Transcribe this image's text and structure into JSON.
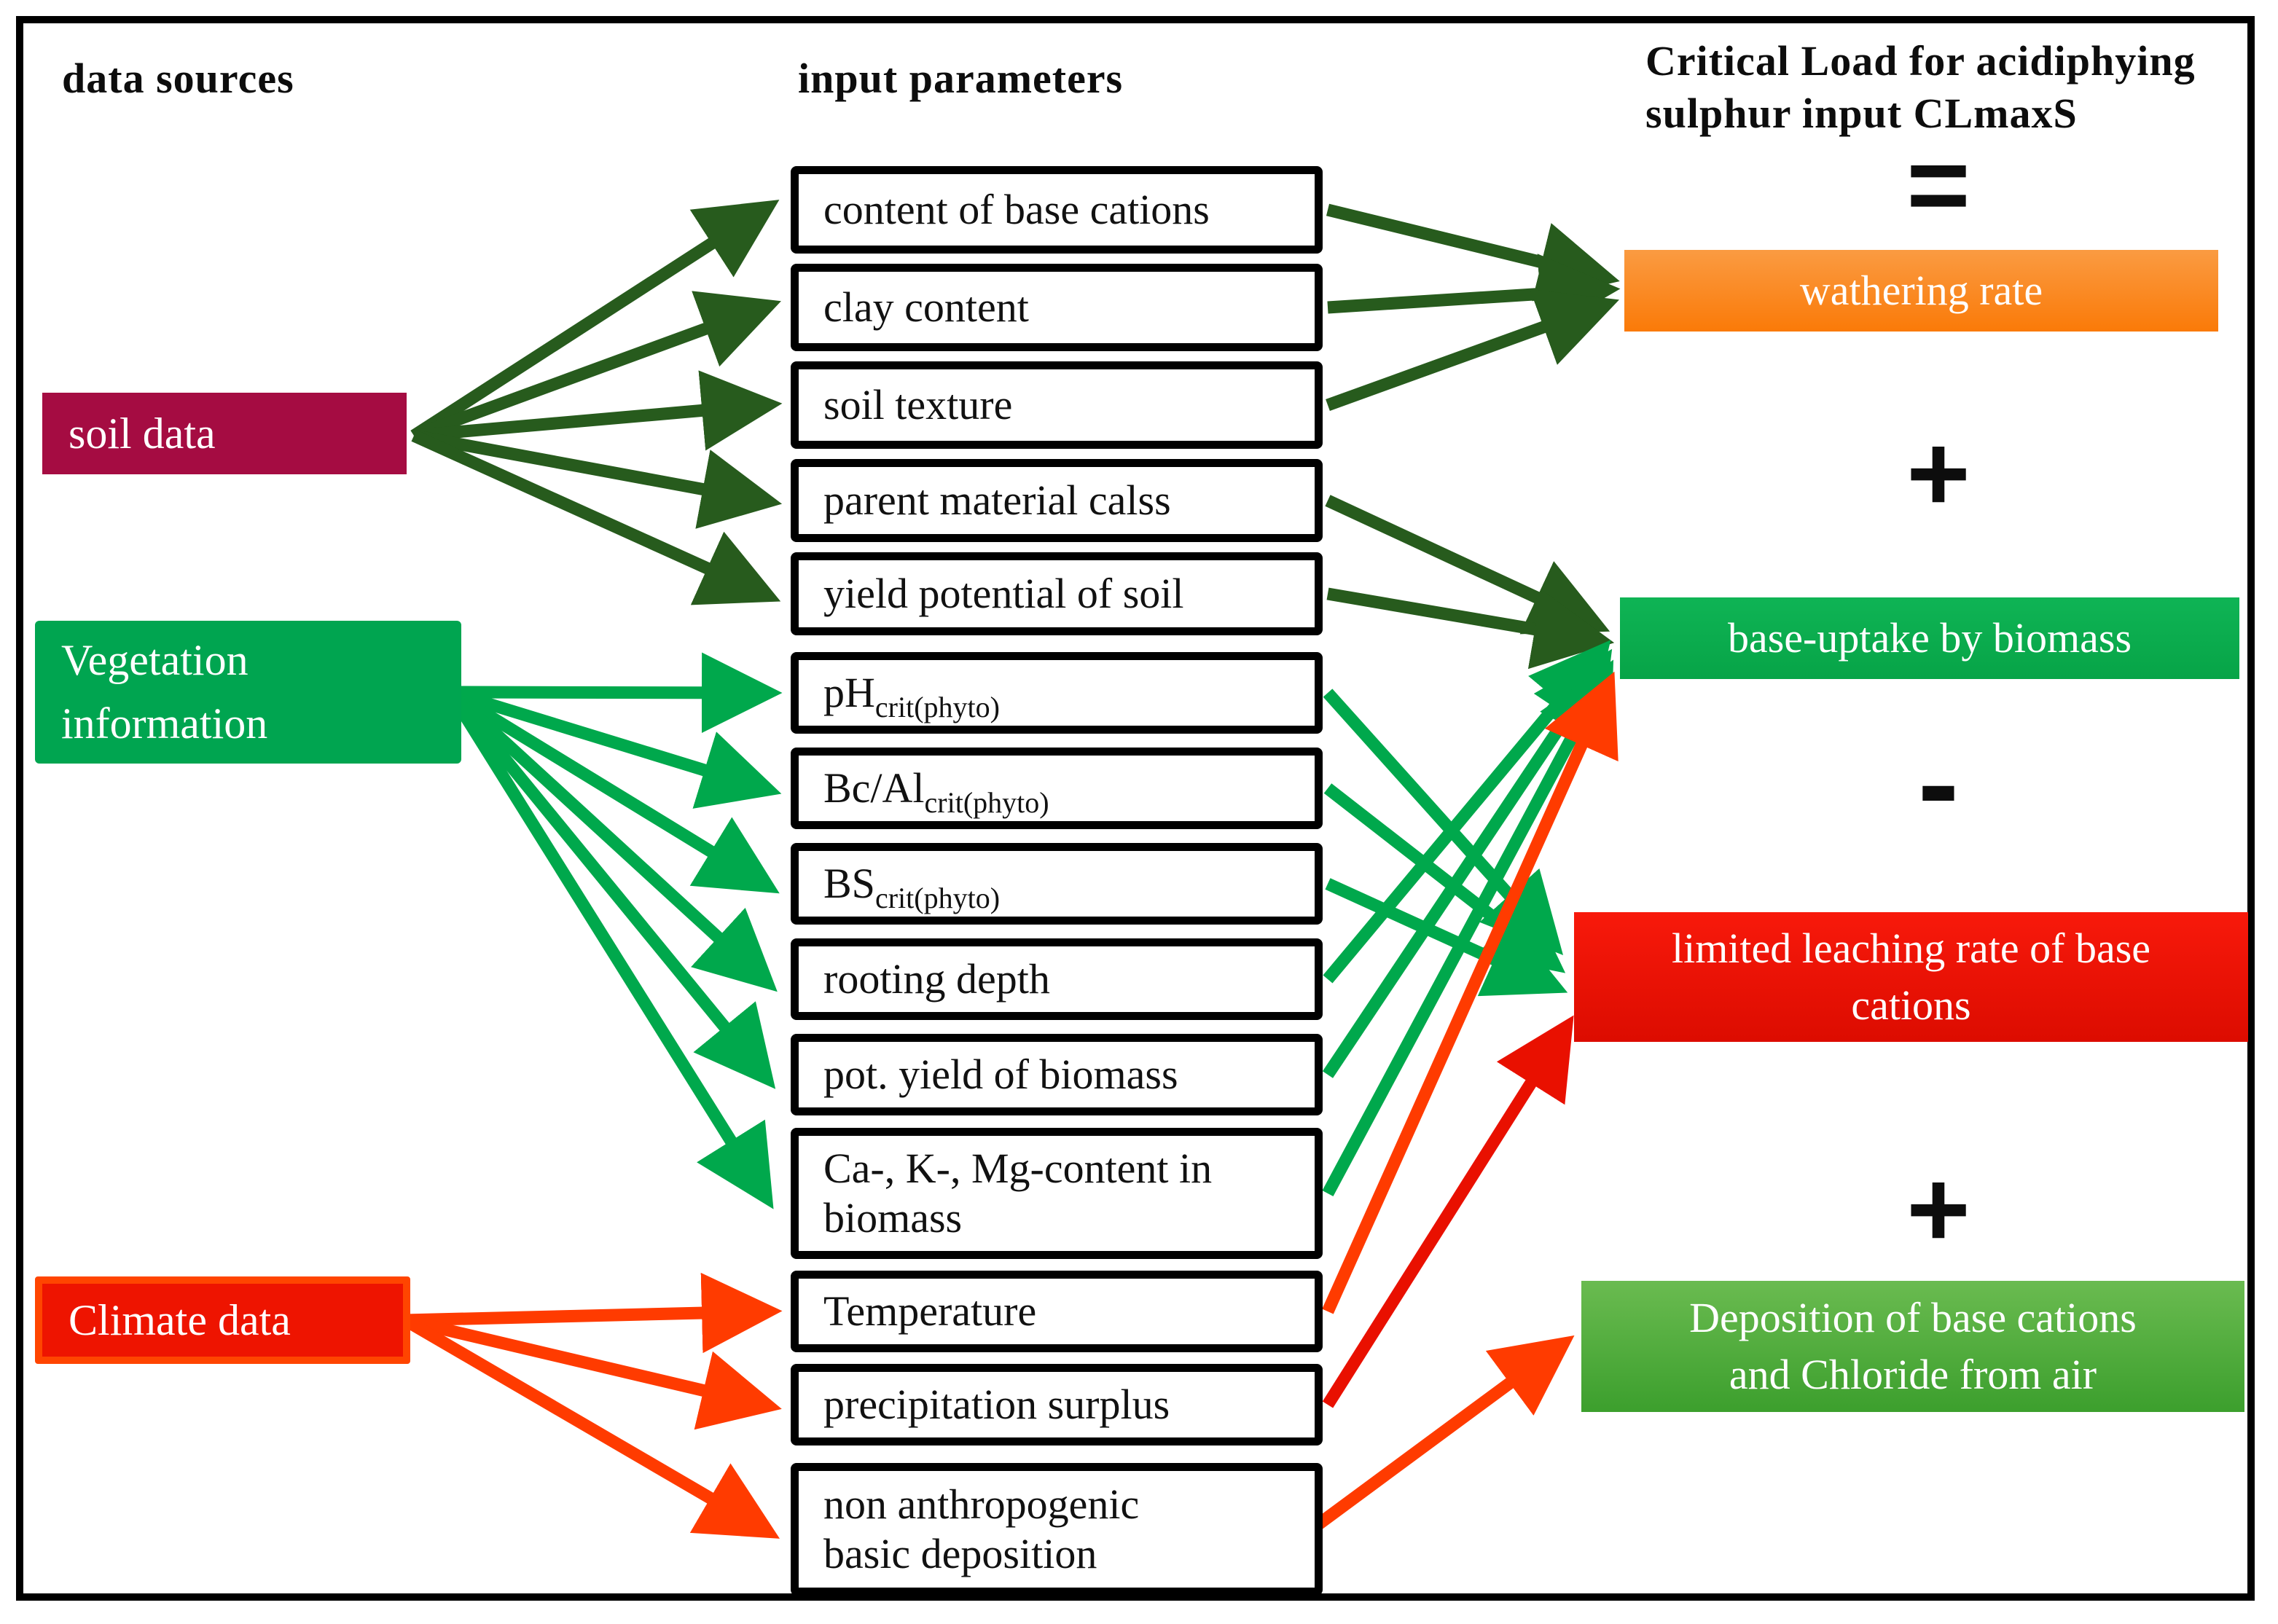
{
  "headers": {
    "data_sources": "data sources",
    "input_parameters": "input parameters",
    "critical_load_line1": "Critical Load for acidiphying",
    "critical_load_line2": "sulphur input CLmaxS"
  },
  "sources": {
    "soil": {
      "label": "soil data"
    },
    "vegetation": {
      "line1": "Vegetation",
      "line2": "information"
    },
    "climate": {
      "label": "Climate data"
    }
  },
  "params": [
    {
      "label": "content of base cations"
    },
    {
      "label": "clay content"
    },
    {
      "label": "soil texture"
    },
    {
      "label": "parent material calss"
    },
    {
      "label": "yield potential of soil"
    },
    {
      "main": "pH",
      "sub": "crit(phyto)"
    },
    {
      "main": "Bc/Al",
      "sub": "crit(phyto)"
    },
    {
      "main": "BS",
      "sub": "crit(phyto)"
    },
    {
      "label": "rooting depth"
    },
    {
      "label": "pot. yield of biomass"
    },
    {
      "line1": "Ca-, K-, Mg-content in",
      "line2": "biomass"
    },
    {
      "label": "Temperature"
    },
    {
      "label": "precipitation surplus"
    },
    {
      "line1": "non anthropogenic",
      "line2": "basic deposition"
    }
  ],
  "outputs": {
    "equals_sign": "=",
    "plus_sign_1": "+",
    "minus_sign": "-",
    "plus_sign_2": "+",
    "weathering": {
      "label": "wathering rate"
    },
    "base_uptake": {
      "label": "base-uptake by biomass"
    },
    "leaching": {
      "line1": "limited leaching rate of base",
      "line2": "cations"
    },
    "deposition": {
      "line1": "Deposition of base cations",
      "line2": "and Chloride from air"
    }
  },
  "colors": {
    "soil_box": "#A50C42",
    "vegetation_box": "#00A550",
    "climate_box_fill": "#EE1400",
    "climate_box_border": "#FF4500",
    "weathering_gradient_top": "#FA9B42",
    "weathering_gradient_bottom": "#FA7A08",
    "base_uptake_box": "#0BAC4E",
    "leaching_gradient_top": "#F8190B",
    "leaching_gradient_bottom": "#DC0C00",
    "deposition_gradient_top": "#6ABB50",
    "deposition_gradient_bottom": "#3C9F2D",
    "arrow_dark_green": "#275B1D",
    "arrow_green": "#00A84C",
    "arrow_orange_red": "#FF3B00",
    "arrow_red": "#E91000",
    "param_box_border": "#000000",
    "frame_border": "#000000"
  }
}
